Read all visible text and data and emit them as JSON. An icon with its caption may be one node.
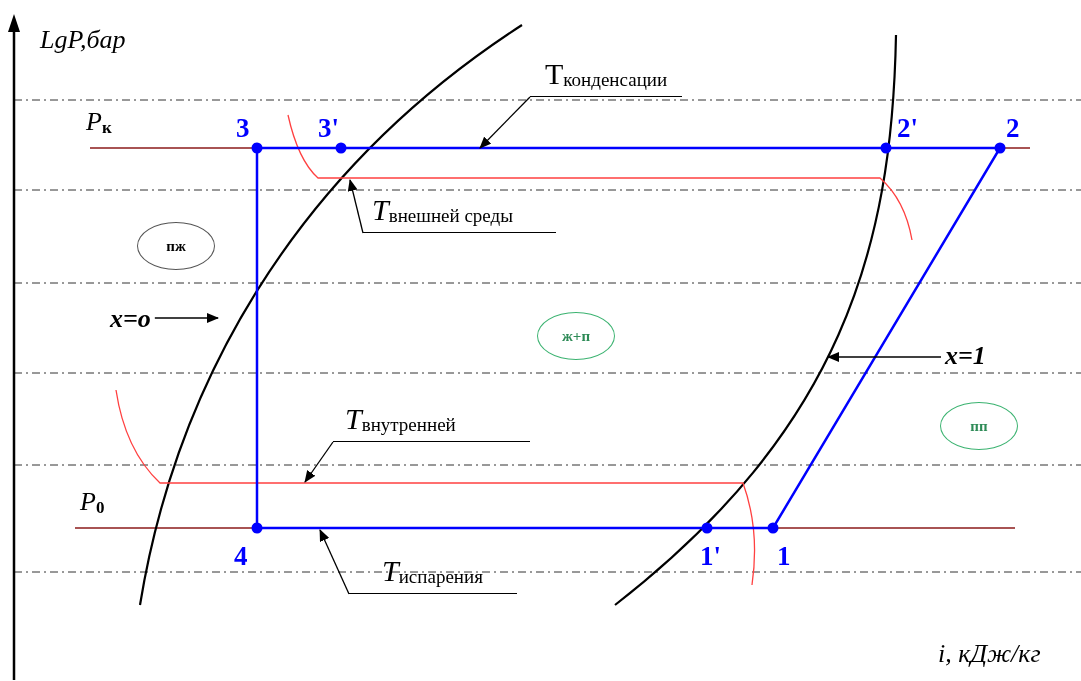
{
  "diagram": {
    "nodes": [
      {
        "text": [
          "пж"
        ]
      },
      {
        "text": [
          "ж+п"
        ]
      },
      {
        "text": [
          "пп"
        ]
      },
      {
        "text": [
          "T$_{конденсации}$"
        ]
      },
      {
        "text": [
          "*T*$_{внешней среды}$"
        ]
      },
      {
        "text": [
          "*T*$_{внутренней}$"
        ]
      },
      {
        "text": [
          "*T*$_{испарения}$"
        ]
      },
      {
        "text": [
          "x=o"
        ]
      },
      {
        "text": [
          "x=1"
        ]
      }
    ],
    "edges": [
      {
        "from": 3,
        "to": null,
        "arrow": "to"
      },
      {
        "from": 4,
        "to": null,
        "arrow": "to"
      },
      {
        "from": 5,
        "to": null,
        "arrow": "to"
      },
      {
        "from": 6,
        "to": null,
        "arrow": "to"
      },
      {
        "from": 7,
        "to": null,
        "arrow": "to"
      },
      {
        "from": 8,
        "to": null,
        "arrow": "to"
      }
    ],
    "labels": [
      "LgP,бар",
      "*P*$_{к}$",
      "3",
      "3'",
      "2'",
      "2",
      "*P*$_{0}$",
      "4",
      "1'",
      "1",
      "i, кДж/кг"
    ]
  }
}
